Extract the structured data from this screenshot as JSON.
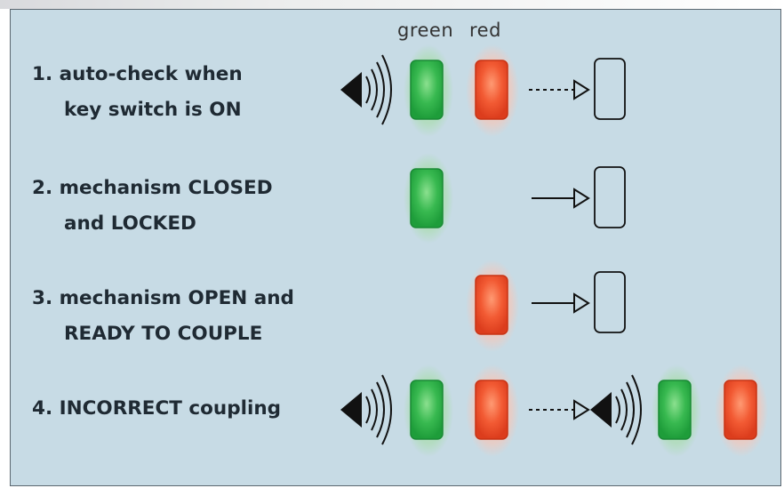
{
  "header": {
    "green_label": "green",
    "red_label": "red"
  },
  "steps": [
    {
      "number": "1.",
      "line1": "auto-check when",
      "line2": "key switch is ON"
    },
    {
      "number": "2.",
      "line1": "mechanism CLOSED",
      "line2": "and LOCKED"
    },
    {
      "number": "3.",
      "line1": "mechanism OPEN and",
      "line2": "READY TO COUPLE"
    },
    {
      "number": "4.",
      "line1": "INCORRECT coupling",
      "line2": ""
    }
  ],
  "colors": {
    "panel": "#c7dbe5",
    "green_lamp": "#2fb74a",
    "red_lamp": "#f04a2a",
    "text": "#1f2a33"
  },
  "icons": [
    "speaker-icon",
    "green-lamp-icon",
    "red-lamp-icon",
    "arrow-icon",
    "output-box-icon"
  ]
}
